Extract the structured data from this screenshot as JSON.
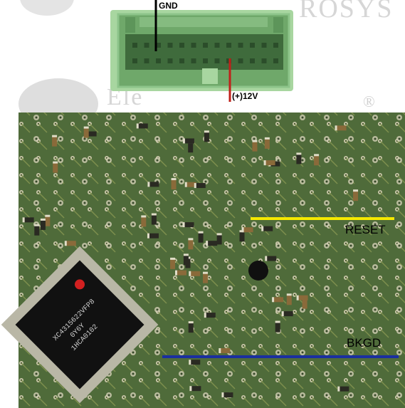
{
  "connector": {
    "gnd_label": "GND",
    "power_label": "(+)12V"
  },
  "pcb": {
    "reset_label": "RESET",
    "bkgd_label": "BKGD",
    "chip_text": [
      "XC4315622VFP8",
      "0Y6Y",
      "1HCA0102"
    ]
  },
  "watermark": {
    "top_text": "ROSYS",
    "mid_text": "Ele",
    "registered": "®"
  },
  "colors": {
    "background": "#ffffff",
    "connector_green": "#6fa86a",
    "pcb_green": "#4f6b3a",
    "reset_line": "#f5e800",
    "bkgd_line": "#1a2fa0",
    "power_line": "#c0201a",
    "gnd_line": "#000000"
  }
}
